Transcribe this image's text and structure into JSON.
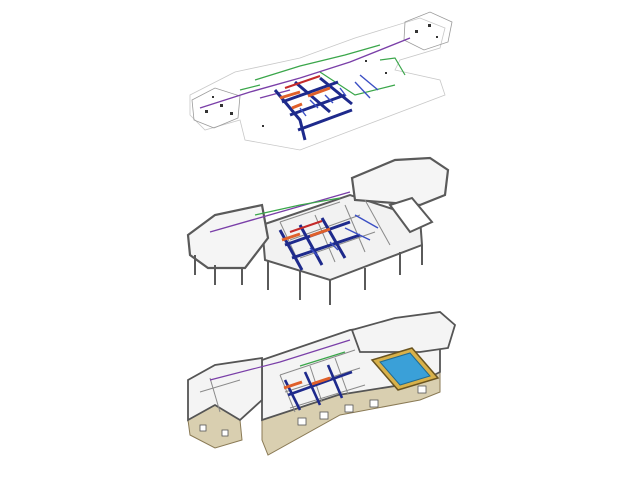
{
  "figure": {
    "panels": [
      {
        "id": "mep-systems-only"
      },
      {
        "id": "structure-and-mep"
      },
      {
        "id": "full-building-model"
      }
    ],
    "colors": {
      "background": "#ffffff",
      "duct_main": "#1e2a8c",
      "duct_branch": "#3b4fc4",
      "pipe_orange": "#e0602a",
      "pipe_green": "#3aa64a",
      "pipe_purple": "#7a3fa8",
      "pipe_red": "#c42a2a",
      "structure": "#5a5a5a",
      "slab": "#e6e6e6",
      "wall_exterior": "#d9cfb0",
      "pool_water": "#3aa0d8",
      "pool_deck": "#d8b14a"
    }
  }
}
